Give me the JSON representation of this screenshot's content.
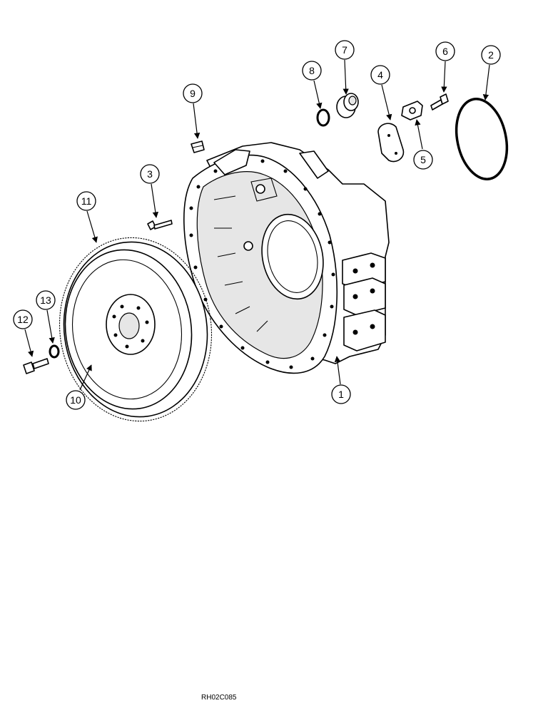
{
  "callouts": [
    {
      "label": "1"
    },
    {
      "label": "2"
    },
    {
      "label": "3"
    },
    {
      "label": "4"
    },
    {
      "label": "5"
    },
    {
      "label": "6"
    },
    {
      "label": "7"
    },
    {
      "label": "8"
    },
    {
      "label": "9"
    },
    {
      "label": "10"
    },
    {
      "label": "11"
    },
    {
      "label": "12"
    },
    {
      "label": "13"
    }
  ],
  "reference_code": "RH02C085",
  "colors": {
    "line": "#000000",
    "background": "#ffffff"
  }
}
